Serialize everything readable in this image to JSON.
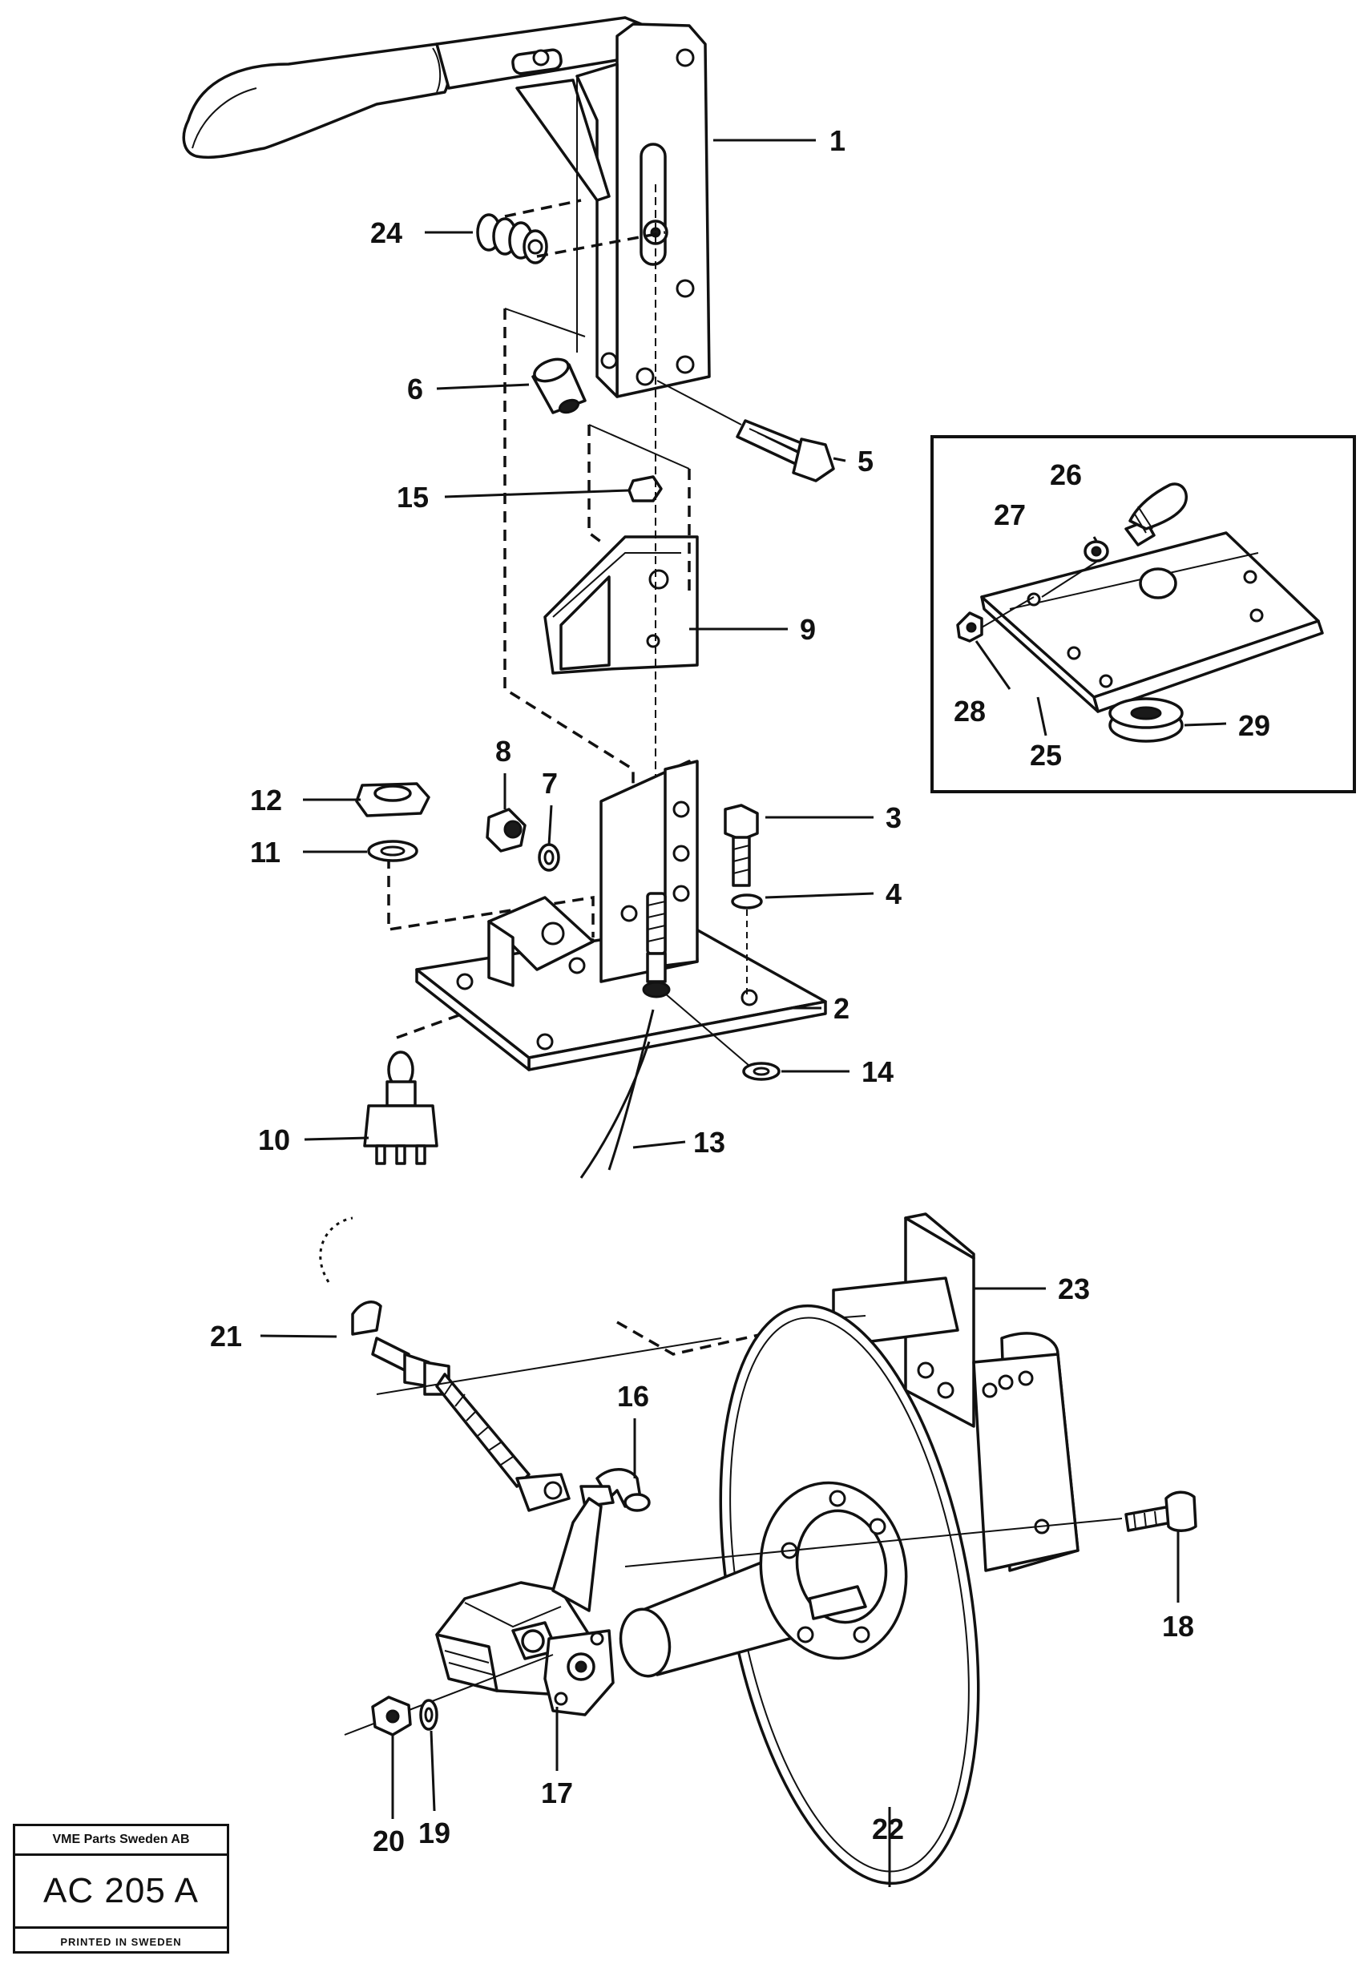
{
  "diagram": {
    "labels": {
      "n1": "1",
      "n2": "2",
      "n3": "3",
      "n4": "4",
      "n5": "5",
      "n6": "6",
      "n7": "7",
      "n8": "8",
      "n9": "9",
      "n10": "10",
      "n11": "11",
      "n12": "12",
      "n13": "13",
      "n14": "14",
      "n15": "15",
      "n16": "16",
      "n17": "17",
      "n18": "18",
      "n19": "19",
      "n20": "20",
      "n21": "21",
      "n22": "22",
      "n23": "23",
      "n24": "24",
      "n25": "25",
      "n26": "26",
      "n27": "27",
      "n28": "28",
      "n29": "29"
    }
  },
  "stamp": {
    "company": "VME Parts Sweden AB",
    "code": "AC 205 A",
    "printed": "PRINTED IN SWEDEN"
  }
}
